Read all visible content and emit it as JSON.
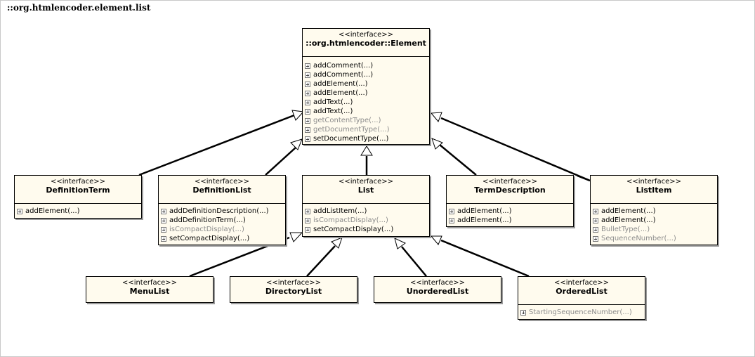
{
  "package": {
    "title": "::org.htmlencoder.element.list"
  },
  "interfaces": [
    {
      "id": "element",
      "stereotype": "<<interface>>",
      "name": "::org.htmlencoder::Element",
      "operations": [
        {
          "label": "addComment(...)",
          "dim": false
        },
        {
          "label": "addComment(...)",
          "dim": false
        },
        {
          "label": "addElement(...)",
          "dim": false
        },
        {
          "label": "addElement(...)",
          "dim": false
        },
        {
          "label": "addText(...)",
          "dim": false
        },
        {
          "label": "addText(...)",
          "dim": false
        },
        {
          "label": "getContentType(...)",
          "dim": true
        },
        {
          "label": "getDocumentType(...)",
          "dim": true
        },
        {
          "label": "setDocumentType(...)",
          "dim": false
        }
      ]
    },
    {
      "id": "definition-term",
      "stereotype": "<<interface>>",
      "name": "DefinitionTerm",
      "operations": [
        {
          "label": "addElement(...)",
          "dim": false
        }
      ]
    },
    {
      "id": "definition-list",
      "stereotype": "<<interface>>",
      "name": "DefinitionList",
      "operations": [
        {
          "label": "addDefinitionDescription(...)",
          "dim": false
        },
        {
          "label": "addDefinitionTerm(...)",
          "dim": false
        },
        {
          "label": "isCompactDisplay(...)",
          "dim": true
        },
        {
          "label": "setCompactDisplay(...)",
          "dim": false
        }
      ]
    },
    {
      "id": "list",
      "stereotype": "<<interface>>",
      "name": "List",
      "operations": [
        {
          "label": "addListItem(...)",
          "dim": false
        },
        {
          "label": "isCompactDisplay(...)",
          "dim": true
        },
        {
          "label": "setCompactDisplay(...)",
          "dim": false
        }
      ]
    },
    {
      "id": "term-description",
      "stereotype": "<<interface>>",
      "name": "TermDescription",
      "operations": [
        {
          "label": "addElement(...)",
          "dim": false
        },
        {
          "label": "addElement(...)",
          "dim": false
        }
      ]
    },
    {
      "id": "list-item",
      "stereotype": "<<interface>>",
      "name": "ListItem",
      "operations": [
        {
          "label": "addElement(...)",
          "dim": false
        },
        {
          "label": "addElement(...)",
          "dim": false
        },
        {
          "label": "BulletType(...)",
          "dim": true
        },
        {
          "label": "SequenceNumber(...)",
          "dim": true
        }
      ]
    },
    {
      "id": "menu-list",
      "stereotype": "<<interface>>",
      "name": "MenuList",
      "operations": []
    },
    {
      "id": "directory-list",
      "stereotype": "<<interface>>",
      "name": "DirectoryList",
      "operations": []
    },
    {
      "id": "unordered-list",
      "stereotype": "<<interface>>",
      "name": "UnorderedList",
      "operations": []
    },
    {
      "id": "ordered-list",
      "stereotype": "<<interface>>",
      "name": "OrderedList",
      "operations": [
        {
          "label": "StartingSequenceNumber(...)",
          "dim": true
        }
      ]
    }
  ],
  "generalizations": [
    {
      "from": "definition-term",
      "to": "element"
    },
    {
      "from": "definition-list",
      "to": "element"
    },
    {
      "from": "list",
      "to": "element"
    },
    {
      "from": "term-description",
      "to": "element"
    },
    {
      "from": "list-item",
      "to": "element"
    },
    {
      "from": "menu-list",
      "to": "list"
    },
    {
      "from": "directory-list",
      "to": "list"
    },
    {
      "from": "unordered-list",
      "to": "list"
    },
    {
      "from": "ordered-list",
      "to": "list"
    }
  ]
}
